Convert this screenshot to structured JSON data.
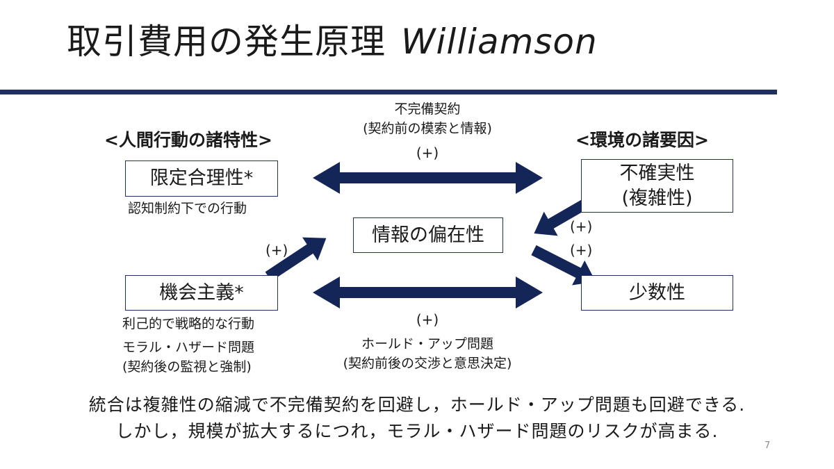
{
  "title": {
    "ja": "取引費用の発生原理",
    "en": "Williamson"
  },
  "left_heading": "<人間行動の諸特性>",
  "right_heading": "<環境の諸要因>",
  "boxes": {
    "bounded_rationality": "限定合理性*",
    "opportunism": "機会主義*",
    "information_asymmetry": "情報の偏在性",
    "uncertainty": [
      "不確実性",
      "(複雑性)"
    ],
    "small_numbers": "少数性"
  },
  "notes": {
    "bounded_rationality": "認知制約下での行動",
    "opportunism": "利己的で戦略的な行動",
    "moral_hazard": [
      "モラル・ハザード問題",
      "(契約後の監視と強制)"
    ],
    "incomplete_contract": [
      "不完備契約",
      "(契約前の模索と情報)"
    ],
    "holdup": [
      "ホールド・アップ問題",
      "(契約前後の交渉と意思決定)"
    ]
  },
  "plus_labels": {
    "top": "(+)",
    "bottom": "(+)",
    "opportunism_to_info": "(+)",
    "uncertainty_to_info": "(+)",
    "info_to_small_numbers": "(+)"
  },
  "summary": [
    "統合は複雑性の縮減で不完備契約を回避し，ホールド・アップ問題も回避できる.",
    "しかし，規模が拡大するにつれ，モラル・ハザード問題のリスクが高まる."
  ],
  "page_number": "7",
  "colors": {
    "arrow": "#142557",
    "rule": "#1f3060",
    "box_border": "#1f3060"
  }
}
